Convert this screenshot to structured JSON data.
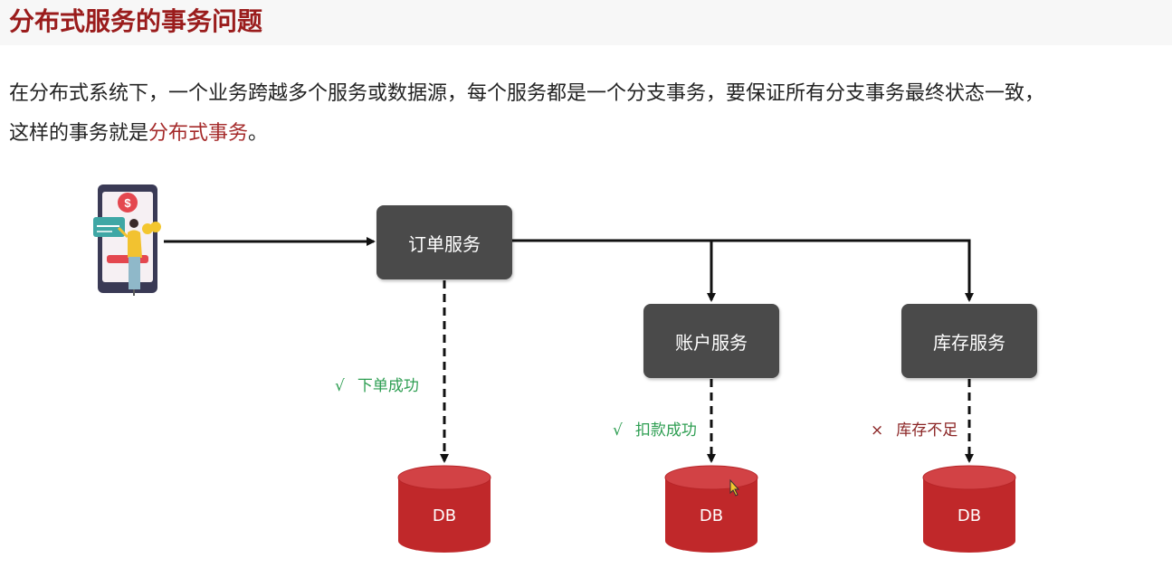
{
  "title": "分布式服务的事务问题",
  "intro": {
    "line1": "在分布式系统下，一个业务跨越多个服务或数据源，每个服务都是一个分支事务，要保证所有分支事务最终状态一致，",
    "line2_prefix": "这样的事务就是",
    "line2_highlight": "分布式事务",
    "line2_suffix": "。"
  },
  "services": {
    "order": "订单服务",
    "account": "账户服务",
    "inventory": "库存服务"
  },
  "statuses": {
    "order": {
      "mark": "√",
      "text": "下单成功"
    },
    "account": {
      "mark": "√",
      "text": "扣款成功"
    },
    "inventory": {
      "mark": "×",
      "text": "库存不足"
    }
  },
  "db_label": "DB",
  "colors": {
    "title": "#9a1c1c",
    "highlight": "#a52a2a",
    "service_box": "#4a4a4a",
    "db": "#c0282a",
    "success": "#2e9e52",
    "failure": "#8b2525"
  },
  "icons": {
    "client": "mobile-payment-icon"
  }
}
